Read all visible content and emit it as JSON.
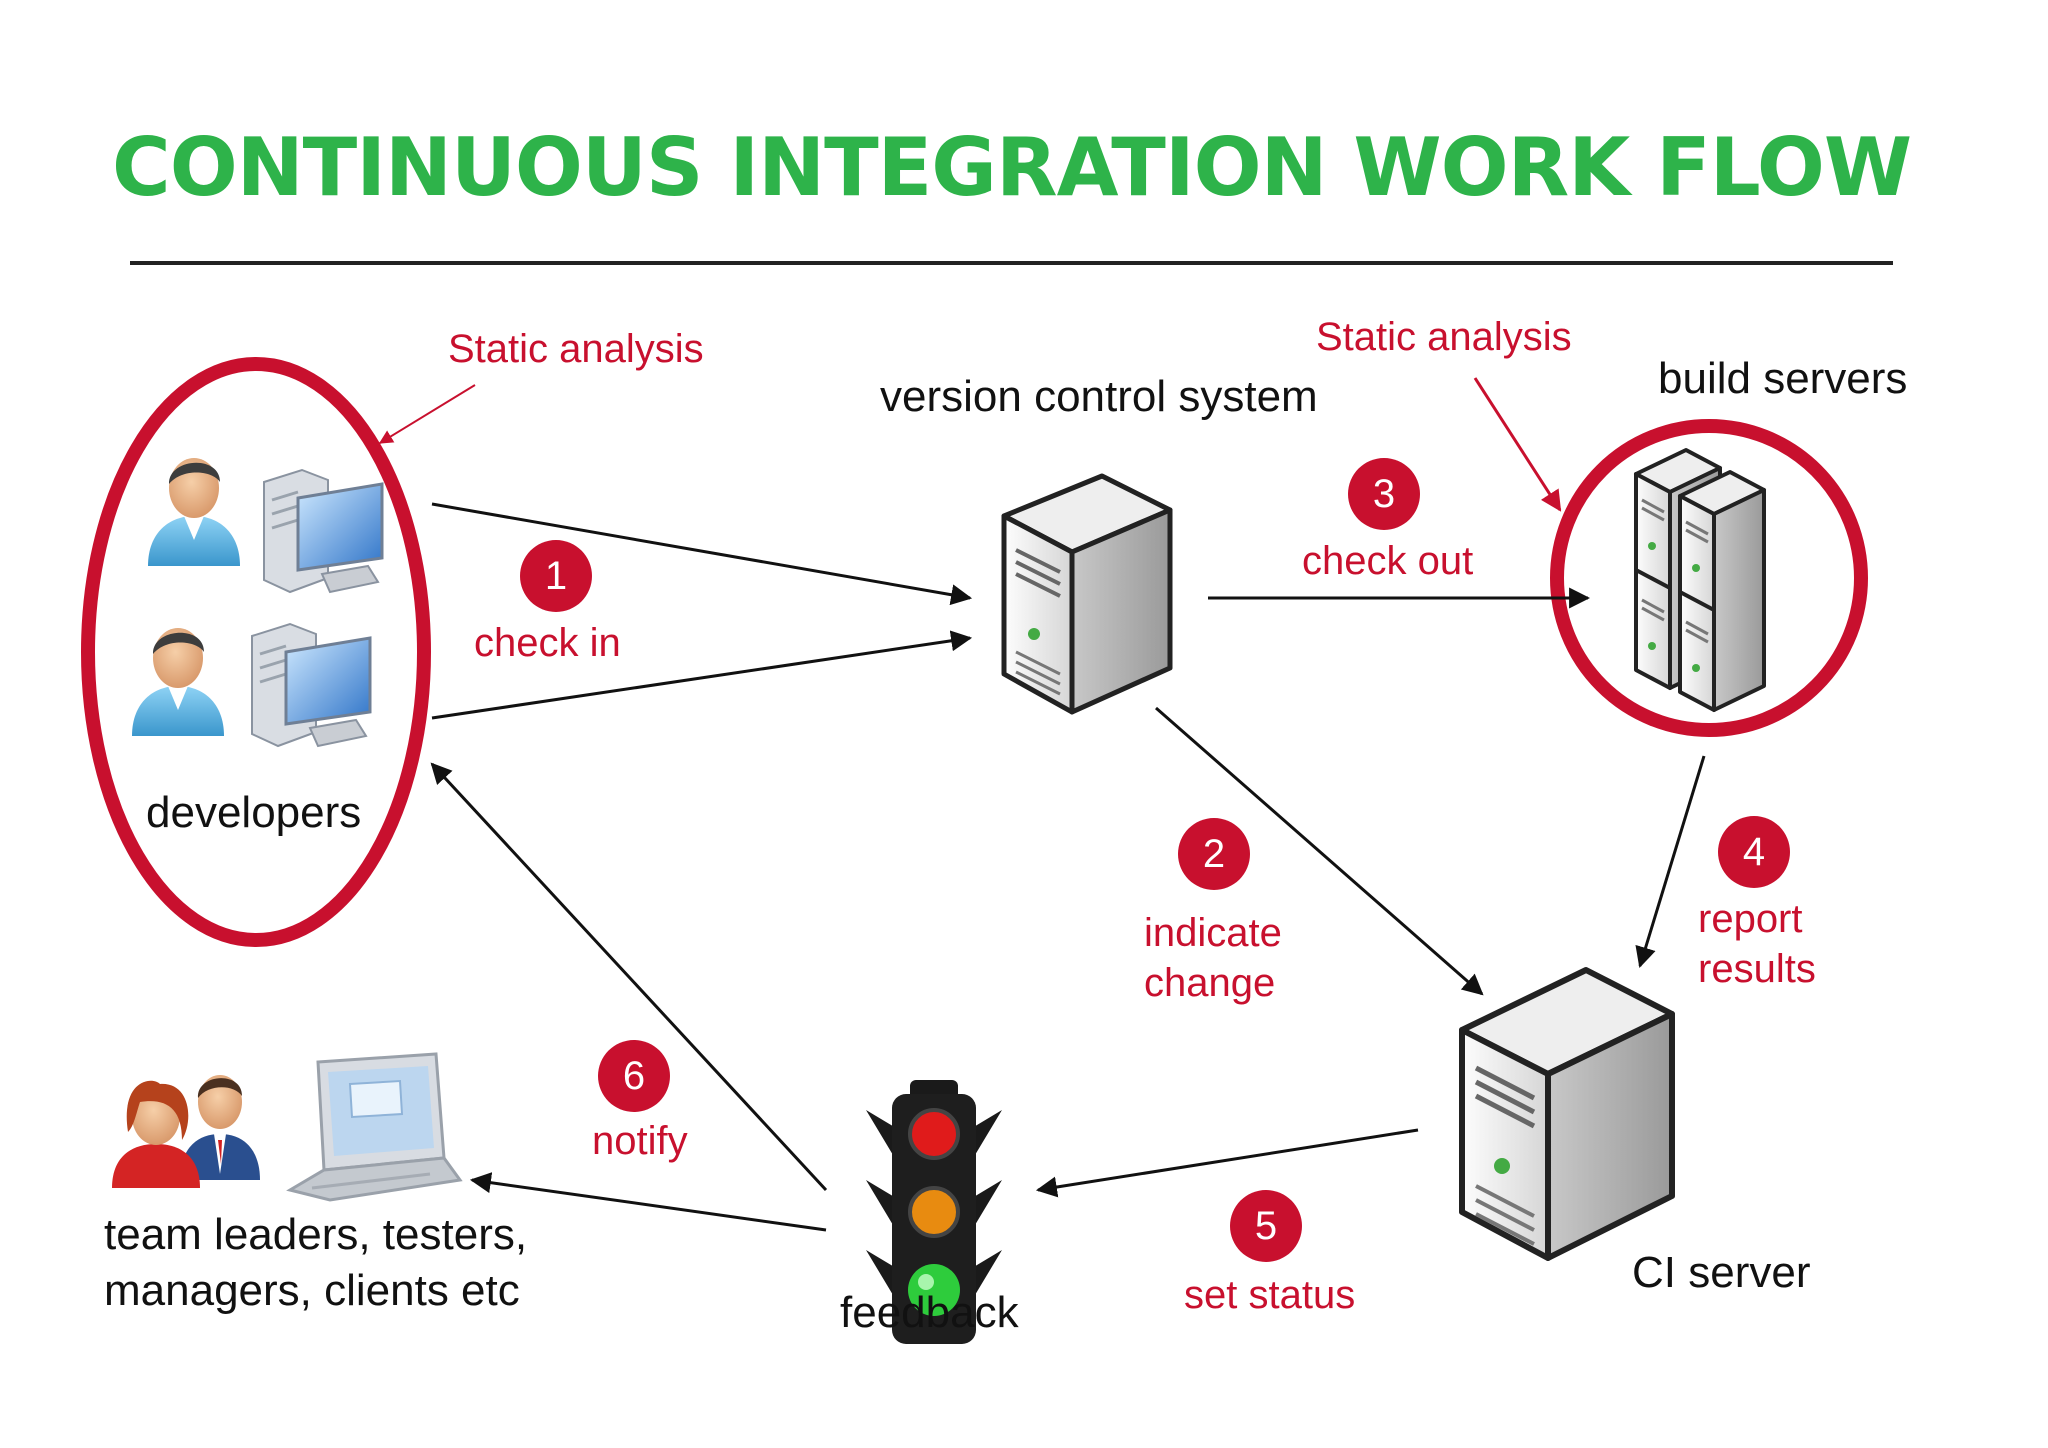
{
  "colors": {
    "title": "#2eb34a",
    "accent": "#c8102e",
    "arrow": "#111111",
    "rule": "#222222"
  },
  "title": "CONTINUOUS INTEGRATION WORK FLOW",
  "annotations": {
    "static_analysis_left": "Static analysis",
    "static_analysis_right": "Static analysis"
  },
  "nodes": {
    "developers": "developers",
    "vcs": "version control system",
    "build_servers": "build servers",
    "ci_server": "CI server",
    "feedback": "feedback",
    "stakeholders_line1": "team leaders, testers,",
    "stakeholders_line2": "managers, clients etc"
  },
  "steps": [
    {
      "number": "1",
      "label": "check in"
    },
    {
      "number": "2",
      "label_line1": "indicate",
      "label_line2": "change"
    },
    {
      "number": "3",
      "label": "check out"
    },
    {
      "number": "4",
      "label_line1": "report",
      "label_line2": "results"
    },
    {
      "number": "5",
      "label": "set status"
    },
    {
      "number": "6",
      "label": "notify"
    }
  ],
  "icons": {
    "developer_person": "person-icon",
    "developer_computer": "desktop-computer-icon",
    "server": "server-tower-icon",
    "build_servers": "server-cluster-icon",
    "traffic_light": "traffic-light-icon",
    "team": "people-group-icon",
    "laptop": "laptop-icon"
  }
}
